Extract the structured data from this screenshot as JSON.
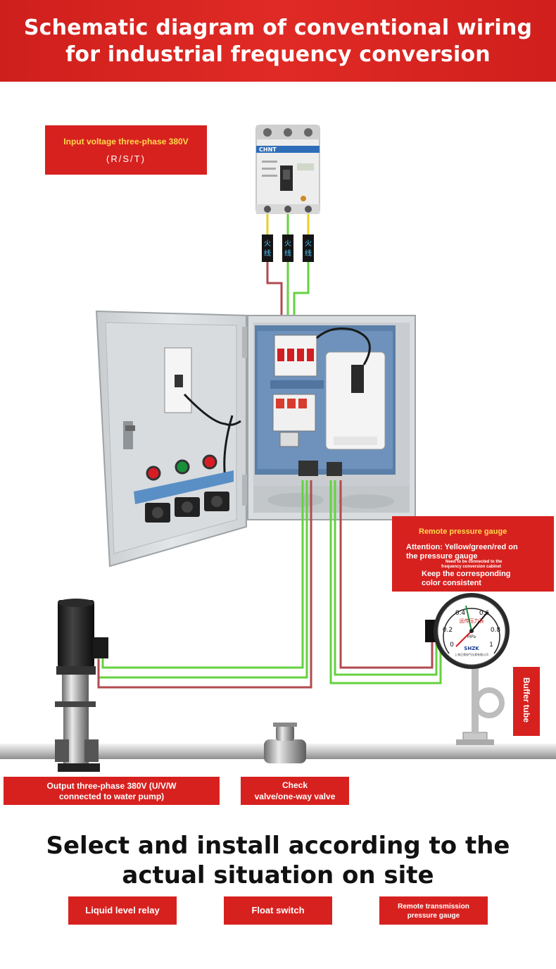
{
  "title": {
    "line1": "Schematic diagram of conventional wiring",
    "line2": "for industrial frequency conversion"
  },
  "breaker": {
    "brand": "CHNT",
    "wire_labels": [
      "火",
      "线"
    ]
  },
  "labels": {
    "input_voltage": {
      "line1": "Input voltage three-phase 380V",
      "line2": "(R/S/T)"
    },
    "remote_gauge": {
      "title": "Remote pressure gauge",
      "attention_line1": "Attention: Yellow/green/red on",
      "attention_line2": "the pressure gauge",
      "small_line1": "Need to be connected to the",
      "small_line2": "frequency conversion cabinet",
      "keep_line1": "Keep the corresponding",
      "keep_line2": "color consistent"
    },
    "buffer_tube": "Buffer tube",
    "output": {
      "line1": "Output three-phase 380V (U/V/W",
      "line2": "connected to water pump)"
    },
    "check_valve": {
      "line1": "Check",
      "line2": "valve/one-way valve"
    }
  },
  "gauge": {
    "brand": "SHZK",
    "unit": "MPa",
    "name": "远传压力表",
    "maker": "上海正奥电气仪表有限公司",
    "scale": [
      "0",
      "0.2",
      "0.4",
      "0.6",
      "0.8",
      "1"
    ]
  },
  "footer": {
    "line1": "Select and install according to the",
    "line2": "actual situation on site",
    "buttons": [
      "Liquid level relay",
      "Float switch",
      "Remote transmission pressure gauge"
    ],
    "button3_line1": "Remote transmission",
    "button3_line2": "pressure gauge"
  },
  "colors": {
    "banner_red": "#d7211f",
    "wire_red": "#b24a4f",
    "wire_green": "#64d23f",
    "wire_yellow": "#e8d020",
    "cabinet_grey": "#d9dde0",
    "panel_blue": "#5a7fa8"
  }
}
